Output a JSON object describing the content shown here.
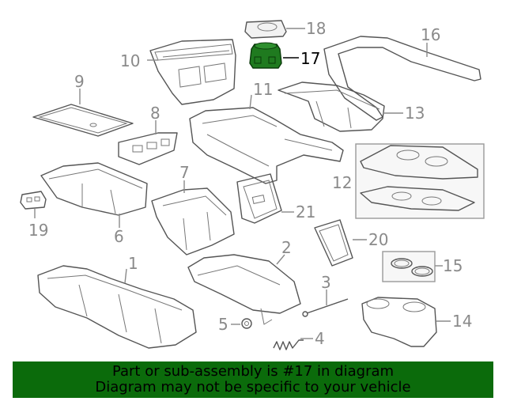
{
  "diagram": {
    "highlight_color": "#1f7a1f",
    "highlighted_part": "17",
    "callouts": [
      {
        "id": "1",
        "text": "1"
      },
      {
        "id": "2",
        "text": "2"
      },
      {
        "id": "3",
        "text": "3"
      },
      {
        "id": "4",
        "text": "4"
      },
      {
        "id": "5",
        "text": "5"
      },
      {
        "id": "6",
        "text": "6"
      },
      {
        "id": "7",
        "text": "7"
      },
      {
        "id": "8",
        "text": "8"
      },
      {
        "id": "9",
        "text": "9"
      },
      {
        "id": "10",
        "text": "10"
      },
      {
        "id": "11",
        "text": "11"
      },
      {
        "id": "12",
        "text": "12"
      },
      {
        "id": "13",
        "text": "13"
      },
      {
        "id": "14",
        "text": "14"
      },
      {
        "id": "15",
        "text": "15"
      },
      {
        "id": "16",
        "text": "16"
      },
      {
        "id": "17",
        "text": "17"
      },
      {
        "id": "18",
        "text": "18"
      },
      {
        "id": "19",
        "text": "19"
      },
      {
        "id": "20",
        "text": "20"
      },
      {
        "id": "21",
        "text": "21"
      }
    ]
  },
  "footer": {
    "line1": "Part or sub-assembly is #17 in diagram",
    "line2": "Diagram may not be specific to your vehicle",
    "background": "#0b6b0b"
  }
}
